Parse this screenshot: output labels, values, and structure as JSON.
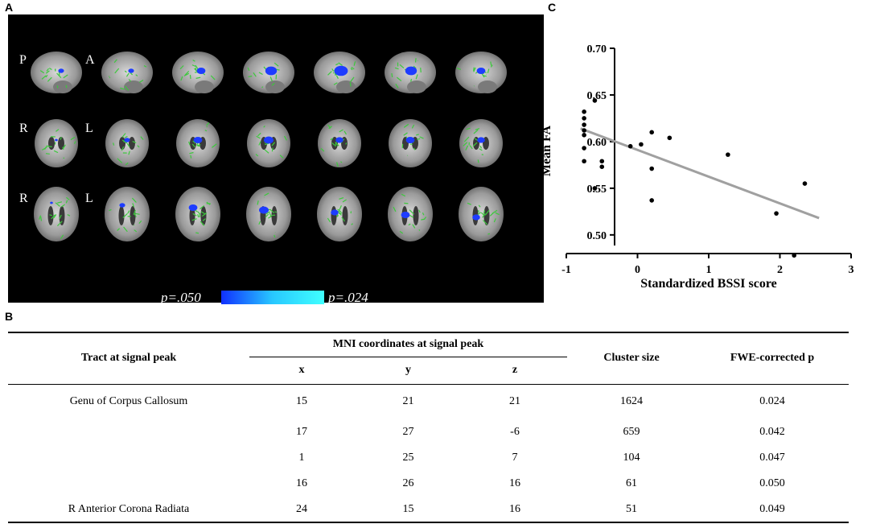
{
  "panel_labels": {
    "a": "A",
    "b": "B",
    "c": "C"
  },
  "panel_a": {
    "row1_left": "P",
    "row1_right": "A",
    "row2_left": "R",
    "row2_right": "L",
    "row3_left": "R",
    "row3_right": "L",
    "colorbar_min_label": "p=.050",
    "colorbar_max_label": "p=.024",
    "colorbar_colors": [
      "#1030ff",
      "#40ffff"
    ]
  },
  "chart_data": {
    "type": "scatter",
    "xlabel": "Standardized BSSI score",
    "ylabel": "Mean FA",
    "xlim": [
      -1,
      3
    ],
    "ylim": [
      0.48,
      0.7
    ],
    "x_ticks": [
      "-1",
      "0",
      "1",
      "2",
      "3"
    ],
    "y_ticks": [
      "0.50",
      "0.55",
      "0.60",
      "0.65",
      "0.70"
    ],
    "points": [
      {
        "x": -0.75,
        "y": 0.632
      },
      {
        "x": -0.75,
        "y": 0.625
      },
      {
        "x": -0.75,
        "y": 0.618
      },
      {
        "x": -0.75,
        "y": 0.612
      },
      {
        "x": -0.75,
        "y": 0.607
      },
      {
        "x": -0.75,
        "y": 0.593
      },
      {
        "x": -0.75,
        "y": 0.579
      },
      {
        "x": -0.6,
        "y": 0.644
      },
      {
        "x": -0.6,
        "y": 0.55
      },
      {
        "x": -0.5,
        "y": 0.579
      },
      {
        "x": -0.5,
        "y": 0.573
      },
      {
        "x": -0.1,
        "y": 0.595
      },
      {
        "x": 0.05,
        "y": 0.597
      },
      {
        "x": 0.2,
        "y": 0.61
      },
      {
        "x": 0.2,
        "y": 0.571
      },
      {
        "x": 0.2,
        "y": 0.537
      },
      {
        "x": 0.45,
        "y": 0.604
      },
      {
        "x": 1.27,
        "y": 0.586
      },
      {
        "x": 1.95,
        "y": 0.523
      },
      {
        "x": 2.2,
        "y": 0.478
      },
      {
        "x": 2.35,
        "y": 0.555
      }
    ],
    "fit_line": {
      "x": [
        -0.8,
        2.55
      ],
      "y": [
        0.614,
        0.518
      ],
      "color": "#a0a0a0"
    },
    "point_color": "#000000"
  },
  "table": {
    "headers": {
      "tract": "Tract at signal peak",
      "mni": "MNI coordinates at signal peak",
      "x": "x",
      "y": "y",
      "z": "z",
      "cluster": "Cluster size",
      "fwe": "FWE-corrected p"
    },
    "rows": [
      {
        "tract": "Genu of Corpus Callosum",
        "x": "15",
        "y": "21",
        "z": "21",
        "cluster": "1624",
        "p": "0.024"
      },
      {
        "tract": "",
        "x": "17",
        "y": "27",
        "z": "-6",
        "cluster": "659",
        "p": "0.042"
      },
      {
        "tract": "",
        "x": "1",
        "y": "25",
        "z": "7",
        "cluster": "104",
        "p": "0.047"
      },
      {
        "tract": "",
        "x": "16",
        "y": "26",
        "z": "16",
        "cluster": "61",
        "p": "0.050"
      },
      {
        "tract": "R Anterior Corona Radiata",
        "x": "24",
        "y": "15",
        "z": "16",
        "cluster": "51",
        "p": "0.049"
      }
    ]
  }
}
